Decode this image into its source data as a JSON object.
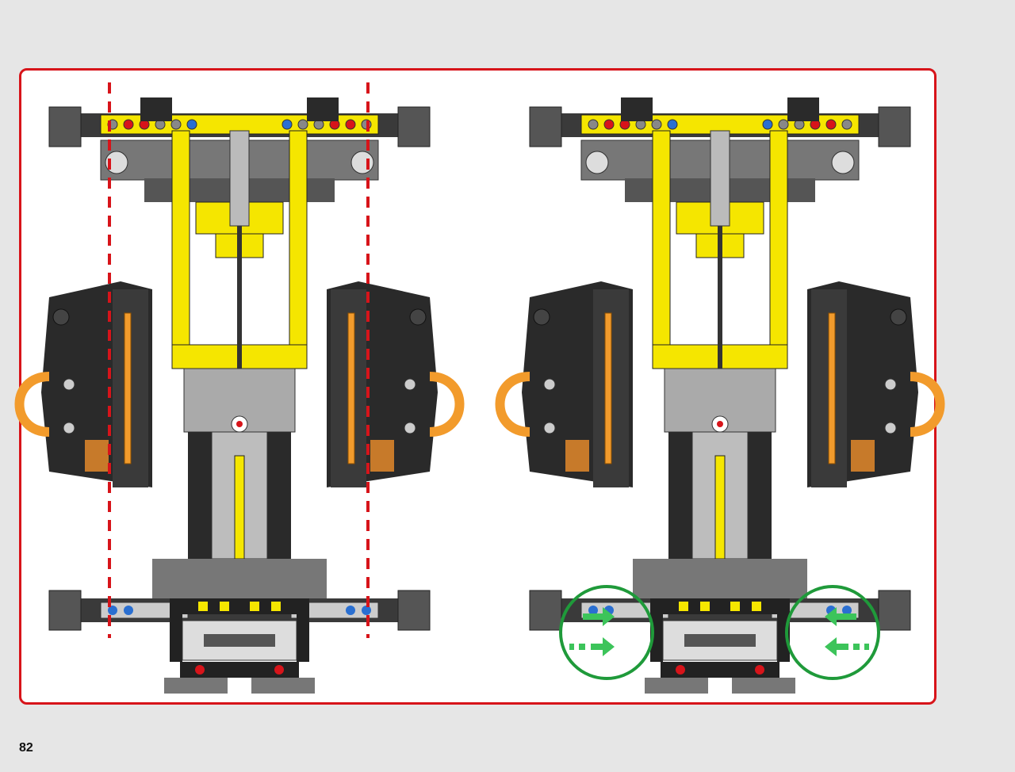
{
  "page": {
    "number": "82"
  },
  "colors": {
    "frame": "#d7141a",
    "background": "#e6e6e6",
    "yellow": "#f5e600",
    "black": "#2a2a2a",
    "orange": "#f29b2c",
    "green_callout": "#1f9a3a",
    "guide_line": "#d7141a"
  },
  "panels": [
    {
      "name": "left-model-view",
      "callouts": []
    },
    {
      "name": "right-model-view",
      "callouts": [
        "left-connector-circle",
        "right-connector-circle"
      ]
    }
  ]
}
